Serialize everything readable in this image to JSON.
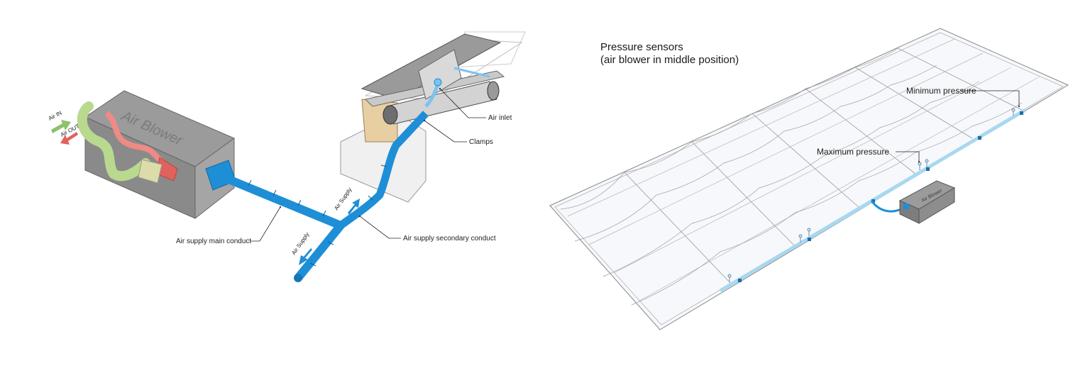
{
  "left_diagram": {
    "blower_label": "Air Blower",
    "air_in": "Air IN",
    "air_out": "Air OUT",
    "air_supply_arrow_1": "Air Supply",
    "air_supply_arrow_2": "Air Supply",
    "callouts": {
      "main_conduct": "Air supply main conduct",
      "secondary_conduct": "Air supply secondary conduct",
      "air_inlet": "Air inlet",
      "clamps": "Clamps"
    }
  },
  "right_diagram": {
    "title_line1": "Pressure sensors",
    "title_line2": "(air blower in middle position)",
    "blower_label": "Air Blower",
    "callouts": {
      "minimum_pressure": "Minimum pressure",
      "maximum_pressure": "Maximum pressure"
    }
  },
  "colors": {
    "duct_blue": "#1e8fd6",
    "blower_grey": "#8f8f8f",
    "air_in_green": "#8cc26a",
    "air_out_red": "#e0625c",
    "membrane_line": "#9a9a9a"
  }
}
